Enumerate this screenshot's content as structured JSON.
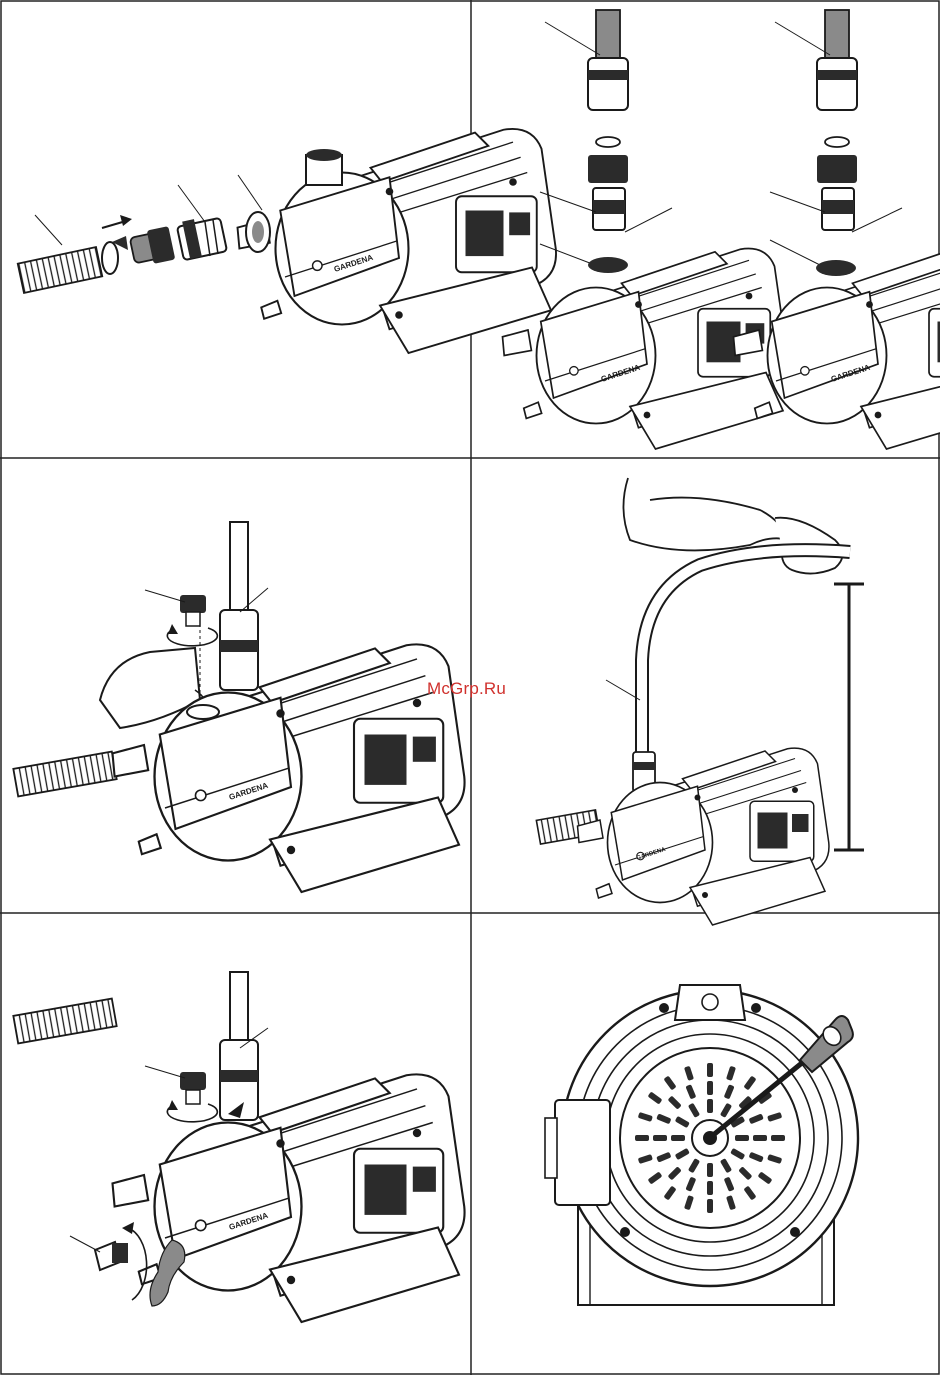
{
  "watermark": {
    "text": "McGrp.Ru",
    "color": "#d0312d"
  },
  "brand_label": "GARDENA",
  "colors": {
    "line": "#1a1a1a",
    "frame": "#222222",
    "fill_dark": "#2b2b2b",
    "fill_mid": "#8a8a8a",
    "paper": "#ffffff"
  },
  "panels": [
    {
      "id": "panel-1",
      "depicts": "suction-hose-connection"
    },
    {
      "id": "panel-2",
      "depicts": "pressure-outlet-adapters"
    },
    {
      "id": "panel-3",
      "depicts": "filling-pump-with-water"
    },
    {
      "id": "panel-4",
      "depicts": "suction-height-hose-raised"
    },
    {
      "id": "panel-5",
      "depicts": "draining-pump"
    },
    {
      "id": "panel-6",
      "depicts": "motor-rear-screwdriver"
    }
  ]
}
